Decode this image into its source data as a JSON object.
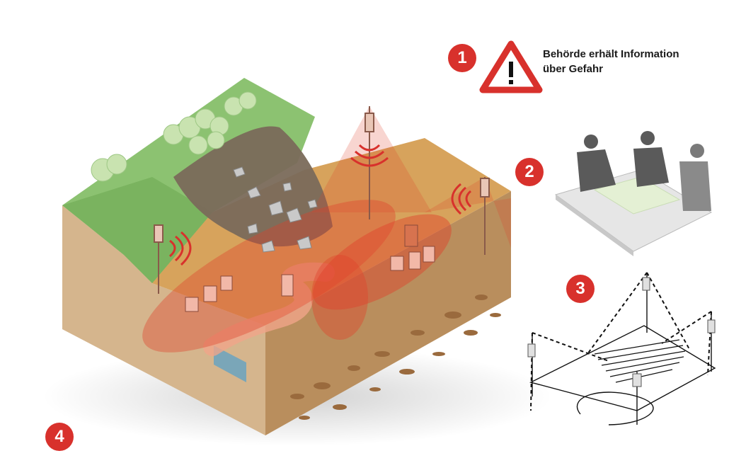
{
  "steps": [
    {
      "number": "1",
      "caption_line1": "Behörde erhält Information",
      "caption_line2": "über Gefahr"
    },
    {
      "number": "2"
    },
    {
      "number": "3"
    },
    {
      "number": "4"
    }
  ],
  "colors": {
    "badge": "#d8312c",
    "grass": "#8cc271",
    "soil": "#d8b88c",
    "danger_zone": "#e0402a",
    "warning_sign": "#d8312c"
  },
  "icons": [
    "warning-triangle-icon",
    "radio-tower-icon",
    "house-icon",
    "tree-icon",
    "boulder-icon"
  ]
}
